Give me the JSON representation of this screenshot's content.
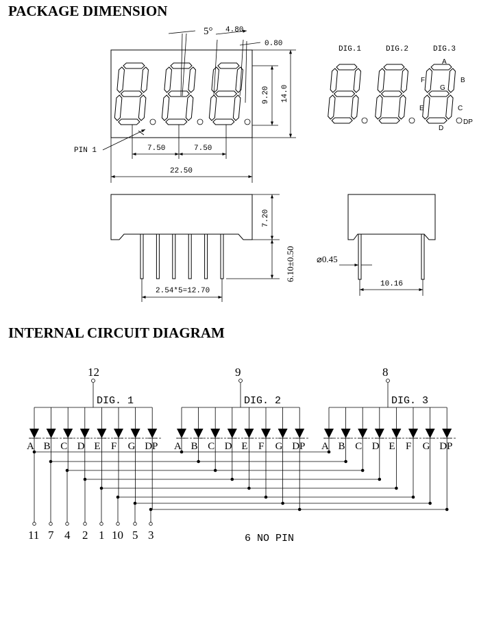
{
  "headings": {
    "package": "PACKAGE DIMENSION",
    "circuit": "INTERNAL CIRCUIT DIAGRAM"
  },
  "front_view": {
    "angle": "5°",
    "slant_width": "4.80",
    "dot_size": "0.80",
    "digit_height": "9.20",
    "body_height": "14.0",
    "pitch_a": "7.50",
    "pitch_b": "7.50",
    "body_width": "22.50",
    "pin1_label": "PIN 1"
  },
  "digit_labels": [
    "DIG.1",
    "DIG.2",
    "DIG.3"
  ],
  "segment_labels": {
    "a": "A",
    "b": "B",
    "c": "C",
    "d": "D",
    "e": "E",
    "f": "F",
    "g": "G",
    "dp": "DP"
  },
  "side_view": {
    "body_depth": "7.20",
    "lead_length": "6.10±0.50",
    "pin_pitch": "2.54*5=12.70",
    "lead_diameter": "⌀0.45",
    "row_spacing": "10.16"
  },
  "circuit": {
    "common_pins": [
      "12",
      "9",
      "8"
    ],
    "digit_labels": [
      "DIG. 1",
      "DIG. 2",
      "DIG. 3"
    ],
    "segments": [
      "A",
      "B",
      "C",
      "D",
      "E",
      "F",
      "G",
      "DP"
    ],
    "bottom_pins": [
      "11",
      "7",
      "4",
      "2",
      "1",
      "10",
      "5",
      "3"
    ],
    "no_pin_note": "6 NO PIN"
  }
}
